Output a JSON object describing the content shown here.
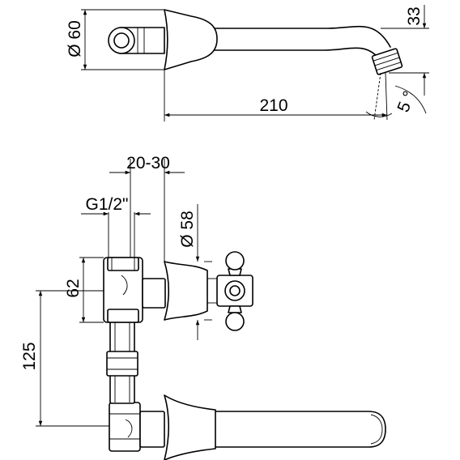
{
  "dimensions": {
    "top_diameter": "Ø 60",
    "top_height": "33",
    "top_length": "210",
    "angle": "5 °",
    "offset": "20-30",
    "thread": "G1/2\"",
    "handle_diameter": "Ø 58",
    "inlet_height": "62",
    "outlet_height": "125"
  }
}
